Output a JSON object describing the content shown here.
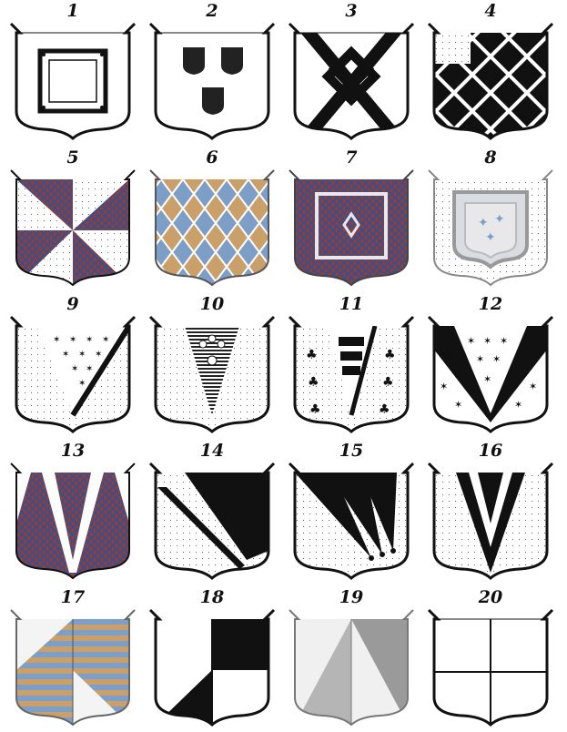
{
  "shields": [
    {
      "number": "1"
    },
    {
      "number": "2"
    },
    {
      "number": "3"
    },
    {
      "number": "4"
    },
    {
      "number": "5"
    },
    {
      "number": "6"
    },
    {
      "number": "7"
    },
    {
      "number": "8"
    },
    {
      "number": "9"
    },
    {
      "number": "10"
    },
    {
      "number": "11"
    },
    {
      "number": "12"
    },
    {
      "number": "13"
    },
    {
      "number": "14"
    },
    {
      "number": "15"
    },
    {
      "number": "16"
    },
    {
      "number": "17"
    },
    {
      "number": "18"
    },
    {
      "number": "19"
    },
    {
      "number": "20"
    }
  ],
  "colors": {
    "sable": "#111111",
    "argent": "#ffffff",
    "gules": "#9a3b2e",
    "azure": "#3b4f8c",
    "or": "#c9a06a",
    "azure_light": "#7d9fc7",
    "silver": "#e8e8ea",
    "grey": "#9a9a9a"
  }
}
